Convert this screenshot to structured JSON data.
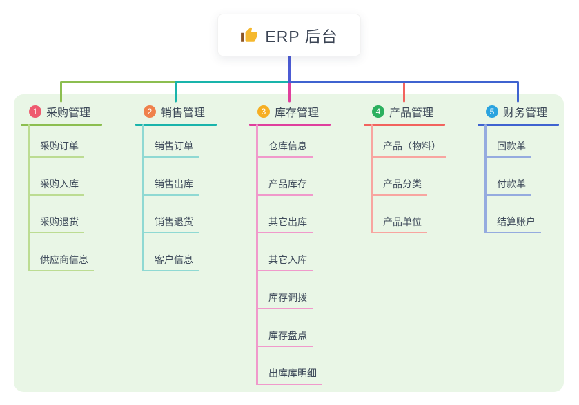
{
  "title": {
    "icon": "thumbs-up-icon",
    "text": "ERP 后台"
  },
  "colors": {
    "panel_background": "#e9f6e6",
    "stem": "#4c5bd4",
    "title_text": "#3b4454",
    "node_text": "#3f4b5b"
  },
  "branches": [
    {
      "number": "1",
      "label": "采购管理",
      "badge_color": "#ee5a6f",
      "line_color": "#8cbe50",
      "child_line_color": "#bcdc92",
      "children": [
        "采购订单",
        "采购入库",
        "采购退货",
        "供应商信息"
      ]
    },
    {
      "number": "2",
      "label": "销售管理",
      "badge_color": "#ef814c",
      "line_color": "#19b4ab",
      "child_line_color": "#8fd9d3",
      "children": [
        "销售订单",
        "销售出库",
        "销售退货",
        "客户信息"
      ]
    },
    {
      "number": "3",
      "label": "库存管理",
      "badge_color": "#f6ae22",
      "line_color": "#df3f9d",
      "child_line_color": "#f099cb",
      "children": [
        "仓库信息",
        "产品库存",
        "其它出库",
        "其它入库",
        "库存调拨",
        "库存盘点",
        "出库库明细"
      ]
    },
    {
      "number": "4",
      "label": "产品管理",
      "badge_color": "#2cb05f",
      "line_color": "#f2635e",
      "child_line_color": "#f8a5a0",
      "children": [
        "产品（物料）",
        "产品分类",
        "产品单位"
      ]
    },
    {
      "number": "5",
      "label": "财务管理",
      "badge_color": "#2aa3df",
      "line_color": "#3f63d0",
      "child_line_color": "#95abdf",
      "children": [
        "回款单",
        "付款单",
        "结算账户"
      ]
    }
  ]
}
